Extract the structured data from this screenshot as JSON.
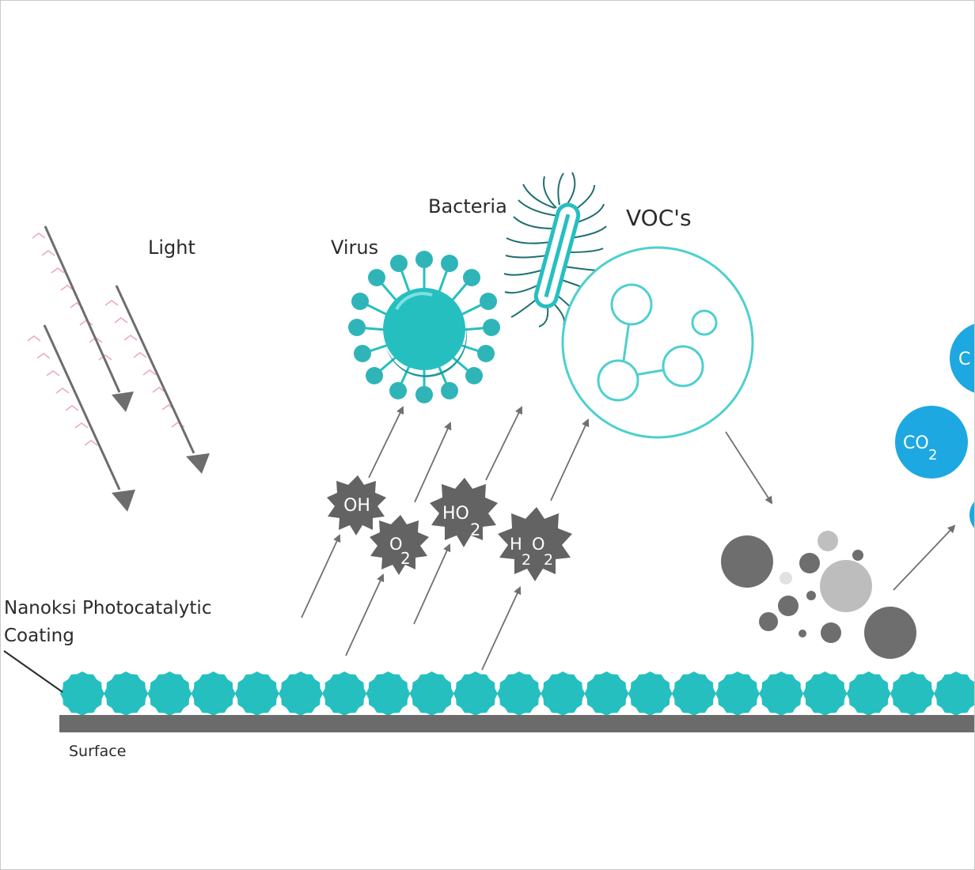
{
  "labels": {
    "light": "Light",
    "virus": "Virus",
    "bacteria": "Bacteria",
    "vocs": "VOC's",
    "coating_line1": "Nanoksi Photocatalytic",
    "coating_line2": "Coating",
    "surface": "Surface"
  },
  "radicals": {
    "oh": "OH",
    "o2_main": "O",
    "o2_sub": "2",
    "ho2_main": "HO",
    "ho2_sub": "2",
    "h2o2_h": "H",
    "h2o2_sub1": "2",
    "h2o2_o": "O",
    "h2o2_sub2": "2"
  },
  "products": {
    "co2_main": "CO",
    "co2_sub": "2",
    "co2_partial": "C"
  },
  "colors": {
    "teal": "#26bfc0",
    "teal_dark": "#1a9c9a",
    "radical_gray": "#636363",
    "arrow_gray": "#707070",
    "surface_gray": "#6b6b6b",
    "co2_blue": "#1da8e2",
    "light_ray_pink": "#f0a9b8"
  }
}
